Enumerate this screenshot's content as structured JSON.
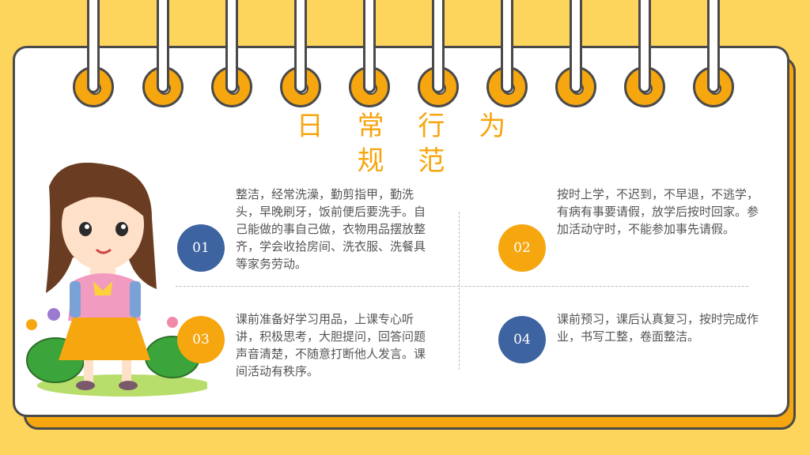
{
  "title": "日 常 行 为 规 范",
  "items": [
    {
      "num": "01",
      "text": "整洁，经常洗澡，勤剪指甲，勤洗头，早晚刷牙，饭前便后要洗手。自己能做的事自己做，衣物用品摆放整齐，学会收拾房间、洗衣服、洗餐具等家务劳动。"
    },
    {
      "num": "02",
      "text": "按时上学，不迟到，不早退，不逃学，有病有事要请假，放学后按时回家。参加活动守时，不能参加事先请假。"
    },
    {
      "num": "03",
      "text": "课前准备好学习用品，上课专心听讲，积极思考，大胆提问，回答问题声音清楚，不随意打断他人发言。课间活动有秩序。"
    },
    {
      "num": "04",
      "text": "课前预习，课后认真复习，按时完成作业，书写工整，卷面整洁。"
    }
  ],
  "colors": {
    "background": "#fdd45c",
    "accent": "#f6a60f",
    "badge_blue": "#3e63a1",
    "outline": "#4a4a4a"
  }
}
